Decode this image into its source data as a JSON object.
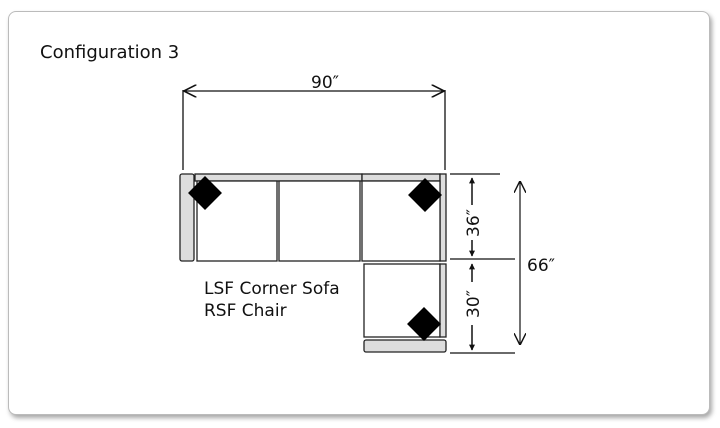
{
  "title": "Configuration 3",
  "dimensions": {
    "width": "90″",
    "sofa_depth": "36″",
    "chair_depth": "30″",
    "total_depth": "66″"
  },
  "labels": [
    "LSF Corner Sofa",
    "RSF Chair"
  ]
}
